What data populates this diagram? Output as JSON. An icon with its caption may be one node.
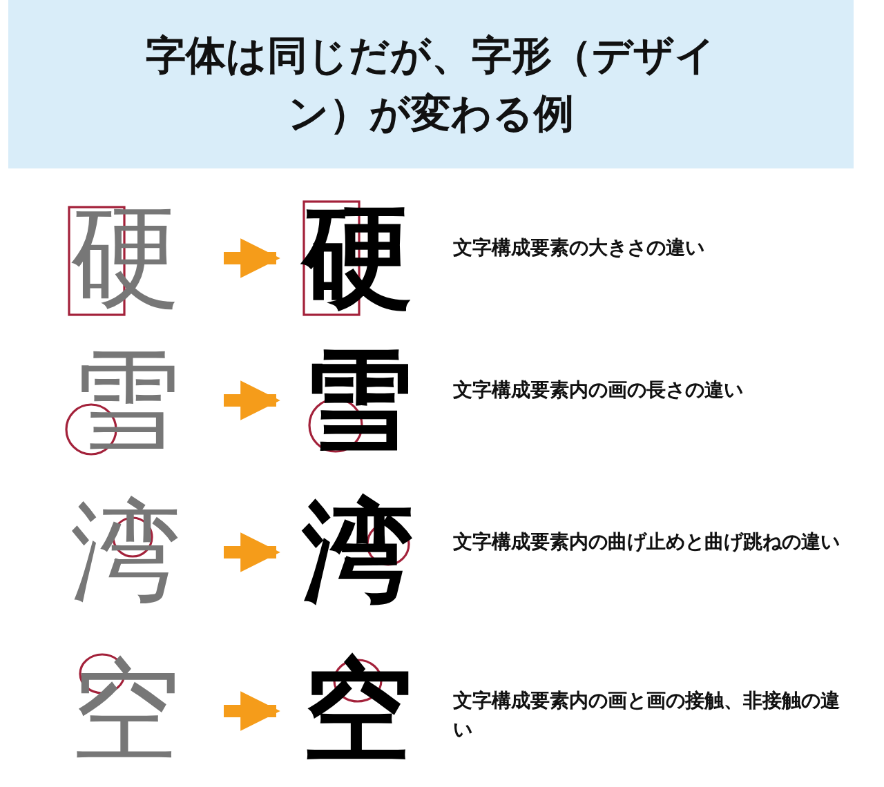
{
  "diagram": {
    "title": "字体は同じだが、字形（デザイン）が変わる例",
    "nodes": [
      {
        "text": [
          "硬"
        ]
      },
      {
        "text": [
          "硬"
        ],
        "beside": [
          "文字構成要素の大きさの違い"
        ]
      },
      {
        "text": [
          "雪"
        ]
      },
      {
        "text": [
          "雪"
        ],
        "beside": [
          "文字構成要素内の画の長さの違い"
        ]
      },
      {
        "text": [
          "湾"
        ]
      },
      {
        "text": [
          "湾"
        ],
        "beside": [
          "文字構成要素内の曲げ止めと曲げ跳ねの違い"
        ]
      },
      {
        "text": [
          "空"
        ]
      },
      {
        "text": [
          "空"
        ],
        "beside": [
          "文字構成要素内の画と画の接触、非接触の違い"
        ]
      }
    ],
    "edges": [
      {
        "from": 0,
        "to": 1,
        "arrow": "to"
      },
      {
        "from": 2,
        "to": 3,
        "arrow": "to"
      },
      {
        "from": 4,
        "to": 5,
        "arrow": "to"
      },
      {
        "from": 6,
        "to": 7,
        "arrow": "to"
      }
    ]
  }
}
